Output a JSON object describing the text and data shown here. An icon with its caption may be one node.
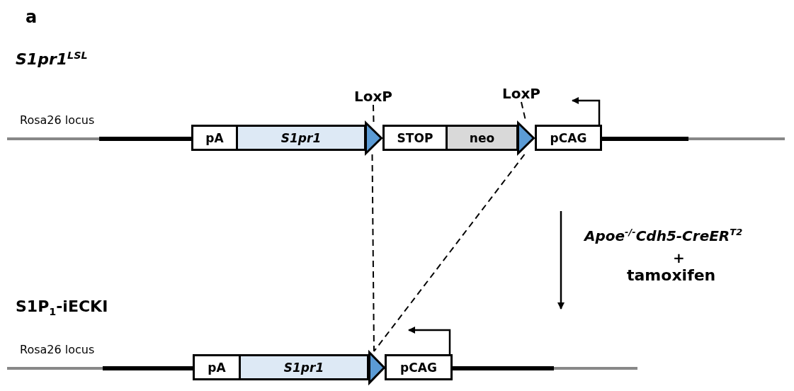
{
  "diagram": {
    "nodes": [
      {
        "text": [
          "pA"
        ]
      },
      {
        "text": [
          "S1pr1"
        ]
      },
      {
        "text": [],
        "shape": "triangle"
      },
      {
        "text": [
          "STOP"
        ]
      },
      {
        "text": [
          "neo"
        ]
      },
      {
        "text": [],
        "shape": "triangle"
      },
      {
        "text": [
          "pCAG"
        ]
      },
      {
        "text": [
          "LoxP"
        ]
      },
      {
        "text": [
          "LoxP"
        ]
      },
      {
        "text": [
          "pA"
        ]
      },
      {
        "text": [
          "S1pr1"
        ]
      },
      {
        "text": [],
        "shape": "triangle"
      },
      {
        "text": [
          "pCAG"
        ]
      }
    ],
    "edges": [
      {
        "from": 7,
        "to": 2,
        "arrow": "none",
        "style": "dashed"
      },
      {
        "from": 8,
        "to": 5,
        "arrow": "none",
        "style": "dashed"
      },
      {
        "from": 2,
        "to": 11,
        "arrow": "none",
        "style": "dashed"
      },
      {
        "from": 5,
        "to": 11,
        "arrow": "none",
        "style": "dashed"
      },
      {
        "from": 6,
        "to": null,
        "arrow": "to"
      },
      {
        "from": 12,
        "to": null,
        "arrow": "to"
      }
    ],
    "labels": [
      "a",
      "S1pr1$^{LSL}$",
      "Rosa26 locus",
      "Apoe$^{-/-}$Cdh5-CreER$^{T2}$",
      "+",
      "tamoxifen",
      "S1P$_{1}$-iECKI",
      "Rosa26 locus"
    ]
  }
}
